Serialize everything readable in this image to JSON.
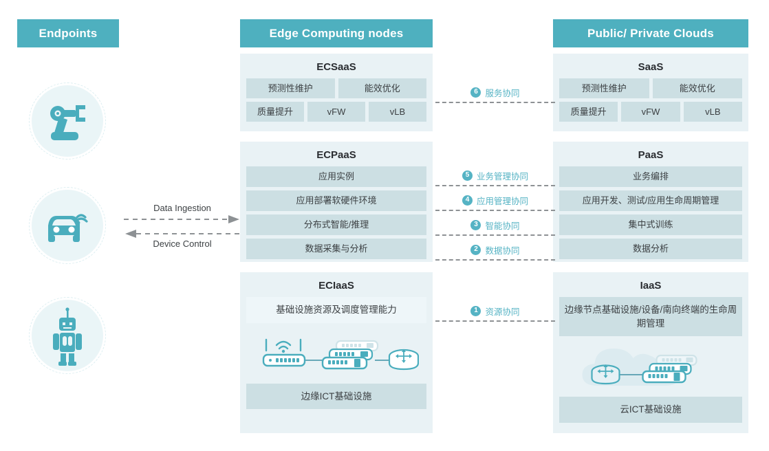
{
  "columns": {
    "endpoints": {
      "header": "Endpoints"
    },
    "edge": {
      "header": "Edge Computing nodes"
    },
    "cloud": {
      "header": "Public/ Private Clouds"
    }
  },
  "endpoints": {
    "items": [
      {
        "name": "robot-arm-icon"
      },
      {
        "name": "connected-vehicle-icon"
      },
      {
        "name": "robot-icon"
      }
    ]
  },
  "flows": {
    "ingestion": "Data Ingestion",
    "control": "Device Control"
  },
  "edge": {
    "saas": {
      "title": "ECSaaS",
      "row1": [
        "预测性维护",
        "能效优化"
      ],
      "row2": [
        "质量提升",
        "vFW",
        "vLB"
      ]
    },
    "paas": {
      "title": "ECPaaS",
      "items": [
        "应用实例",
        "应用部署软硬件环境",
        "分布式智能/推理",
        "数据采集与分析"
      ]
    },
    "iaas": {
      "title": "ECIaaS",
      "capability": "基础设施资源及调度管理能力",
      "infrastructure": "边缘ICT基础设施"
    }
  },
  "cloud": {
    "saas": {
      "title": "SaaS",
      "row1": [
        "预测性维护",
        "能效优化"
      ],
      "row2": [
        "质量提升",
        "vFW",
        "vLB"
      ]
    },
    "paas": {
      "title": "PaaS",
      "items": [
        "业务编排",
        "应用开发、测试/应用生命周期管理",
        "集中式训练",
        "数据分析"
      ]
    },
    "iaas": {
      "title": "IaaS",
      "capability": "边缘节点基础设施/设备/南向终端的生命周期管理",
      "infrastructure": "云ICT基础设施"
    }
  },
  "connectors": [
    {
      "number": "6",
      "label": "服务协同"
    },
    {
      "number": "5",
      "label": "业务管理协同"
    },
    {
      "number": "4",
      "label": "应用管理协同"
    },
    {
      "number": "3",
      "label": "智能协同"
    },
    {
      "number": "2",
      "label": "数据协同"
    },
    {
      "number": "1",
      "label": "资源协同"
    }
  ],
  "colors": {
    "header_teal": "#4eb0bf",
    "panel_bg": "#e9f2f5",
    "cell_bg": "#ccdfe3",
    "accent": "#55b3c4",
    "dash_gray": "#8d9194"
  }
}
